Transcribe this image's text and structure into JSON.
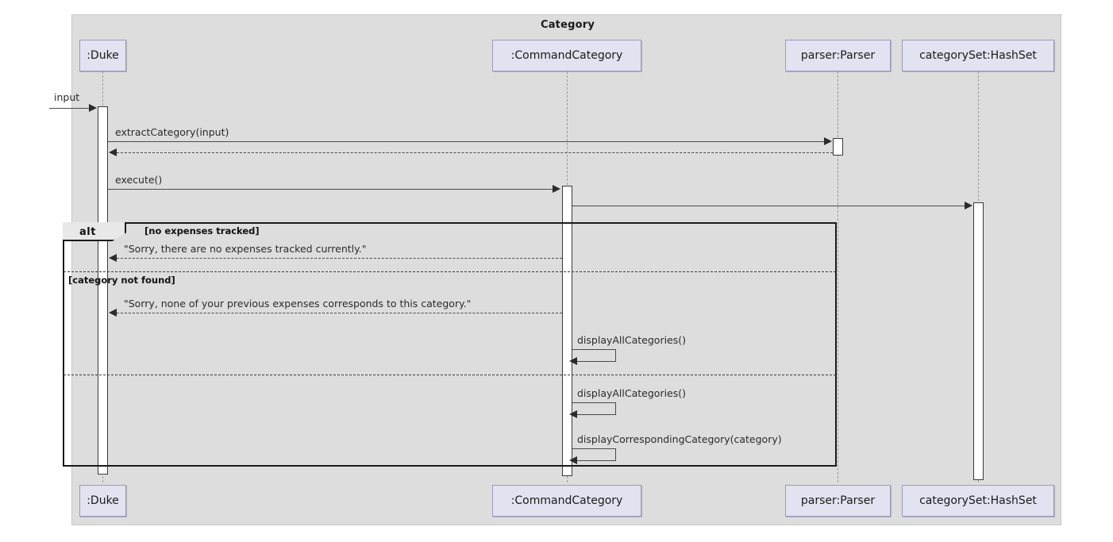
{
  "diagram": {
    "type": "uml-sequence-diagram",
    "frame_title": "Category",
    "participants": [
      {
        "id": "duke",
        "label": ":Duke"
      },
      {
        "id": "commandCategory",
        "label": ":CommandCategory"
      },
      {
        "id": "parser",
        "label": "parser:Parser"
      },
      {
        "id": "categorySet",
        "label": "categorySet:HashSet"
      }
    ],
    "entry_message": "input",
    "messages": [
      {
        "id": "m1",
        "label": "extractCategory(input)",
        "from": "duke",
        "to": "parser",
        "kind": "call"
      },
      {
        "id": "m2",
        "label": "",
        "from": "parser",
        "to": "duke",
        "kind": "return"
      },
      {
        "id": "m3",
        "label": "execute()",
        "from": "duke",
        "to": "commandCategory",
        "kind": "call"
      },
      {
        "id": "m4",
        "label": "",
        "from": "commandCategory",
        "to": "categorySet",
        "kind": "call"
      },
      {
        "id": "m5",
        "label": "\"Sorry, there are no expenses tracked currently.\"",
        "from": "commandCategory",
        "to": "duke",
        "kind": "return"
      },
      {
        "id": "m6",
        "label": "\"Sorry, none of your previous expenses corresponds to this category.\"",
        "from": "commandCategory",
        "to": "duke",
        "kind": "return"
      },
      {
        "id": "m7",
        "label": "displayAllCategories()",
        "from": "commandCategory",
        "to": "commandCategory",
        "kind": "self"
      },
      {
        "id": "m8",
        "label": "displayAllCategories()",
        "from": "commandCategory",
        "to": "commandCategory",
        "kind": "self"
      },
      {
        "id": "m9",
        "label": "displayCorrespondingCategory(category)",
        "from": "commandCategory",
        "to": "commandCategory",
        "kind": "self"
      }
    ],
    "alt_fragment": {
      "operator": "alt",
      "guards": [
        "[no expenses tracked]",
        "[category not found]",
        ""
      ]
    },
    "colors": {
      "background": "#DDDDDD",
      "participant_fill": "#E2E2F0",
      "participant_border": "#9A9AC0",
      "activation_fill": "#FFFFFF",
      "line": "#4A4A4A",
      "fragment_border": "#1A1A1A",
      "fragment_tab_fill": "#E8E8E8"
    }
  }
}
